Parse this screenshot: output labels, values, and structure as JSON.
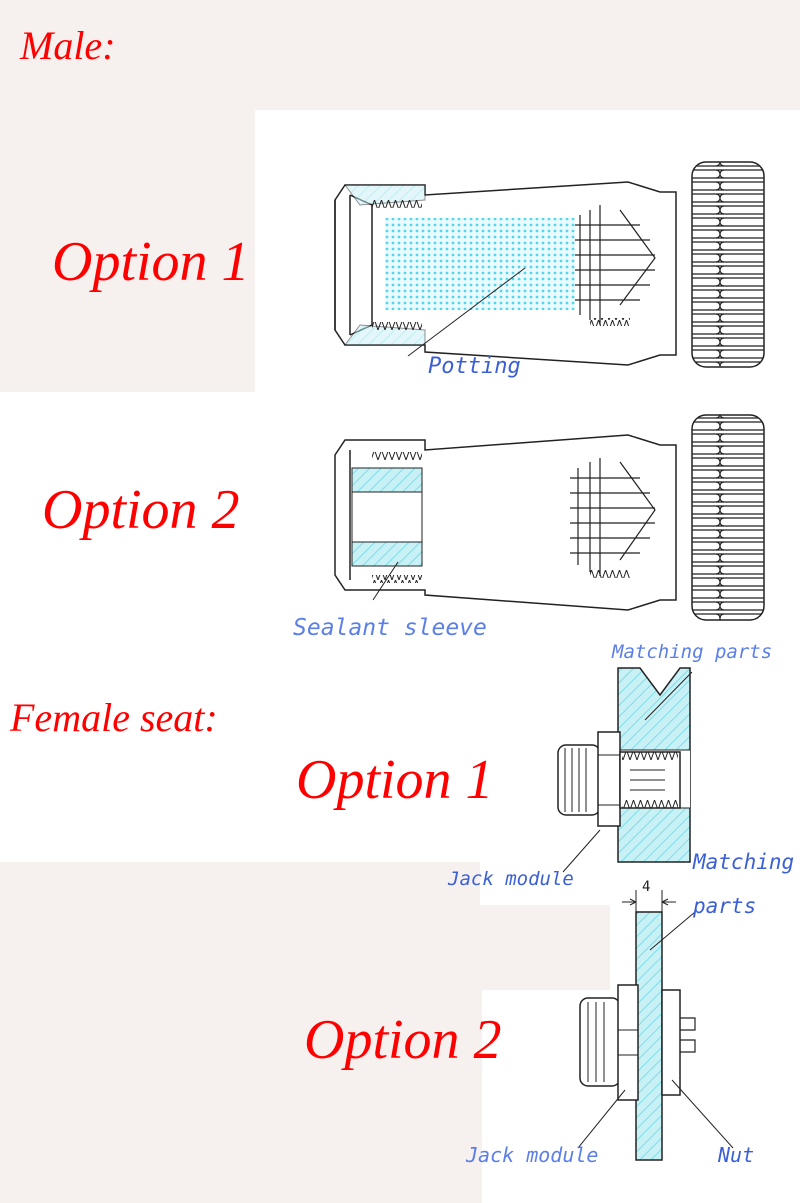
{
  "headings": {
    "male": "Male:",
    "female_seat": "Female seat:"
  },
  "options": {
    "male_option1": "Option 1",
    "male_option2": "Option 2",
    "female_option1": "Option 1",
    "female_option2": "Option 2"
  },
  "callouts": {
    "potting": "Potting",
    "sealant_sleeve": "Sealant sleeve",
    "matching_parts_1": "Matching parts",
    "jack_module_1": "Jack module",
    "matching_parts_2_line1": "Matching",
    "matching_parts_2_line2": "parts",
    "dimension_4": "4",
    "jack_module_2": "Jack module",
    "nut": "Nut"
  },
  "colors": {
    "heading_red": "#ff0000",
    "callout_blue": "#3b5fd6",
    "hatch_cyan": "#7fe0ee"
  }
}
